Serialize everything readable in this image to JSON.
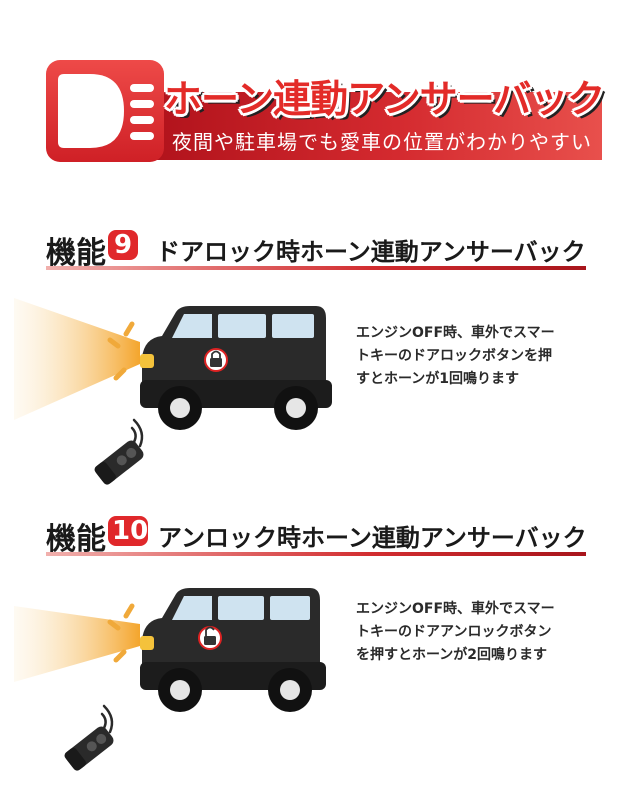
{
  "banner": {
    "title": "ホーン連動アンサーバック",
    "subtitle": "夜間や駐車場でも愛車の位置がわかりやすい",
    "icon": "headlight-icon",
    "colors": {
      "red": "#d42a2f",
      "dark_red": "#b0121b"
    }
  },
  "features": [
    {
      "label": "機能",
      "number": "9",
      "title": "ドアロック時ホーン連動アンサーバック",
      "lock_icon": "locked-padlock-icon",
      "description": [
        "エンジンOFF時、車外でスマー",
        "トキーのドアロックボタンを押",
        "すとホーンが1回鳴ります"
      ]
    },
    {
      "label": "機能",
      "number": "10",
      "title": "アンロック時ホーン連動アンサーバック",
      "lock_icon": "unlocked-padlock-icon",
      "description": [
        "エンジンOFF時、車外でスマー",
        "トキーのドアアンロックボタン",
        "を押すとホーンが2回鳴ります"
      ]
    }
  ]
}
